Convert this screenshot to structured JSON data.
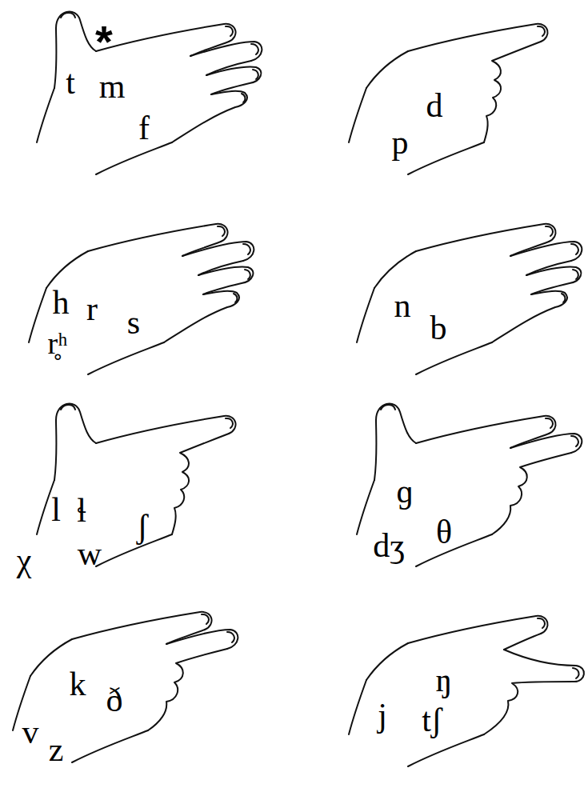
{
  "diagram": {
    "labels": [
      "*",
      "t",
      "m",
      "f",
      "p",
      "d",
      "h",
      "r",
      "s",
      "r̥ʰ",
      "n",
      "b",
      "l",
      "ɬ",
      "ʃ",
      "χ",
      "w",
      "ɡ",
      "θ",
      "dʒ",
      "k",
      "ð",
      "v",
      "z",
      "ŋ",
      "j",
      "tʃ"
    ]
  }
}
